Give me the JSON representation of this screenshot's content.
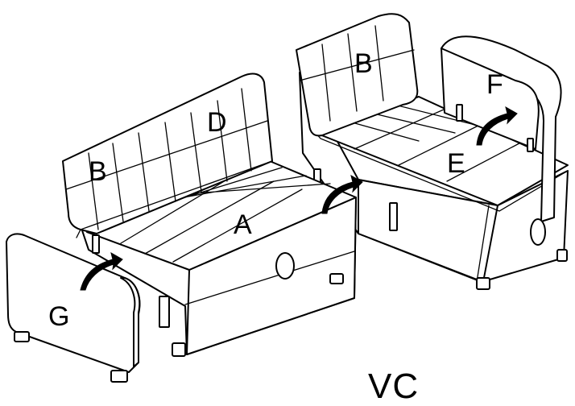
{
  "labels": {
    "A": "A",
    "B_left": "B",
    "B_right": "B",
    "D": "D",
    "E": "E",
    "F": "F",
    "G": "G"
  },
  "model_code": "VC",
  "icons": [
    "curved-arrow-icon",
    "handle-icon",
    "strap-loop-icon"
  ]
}
